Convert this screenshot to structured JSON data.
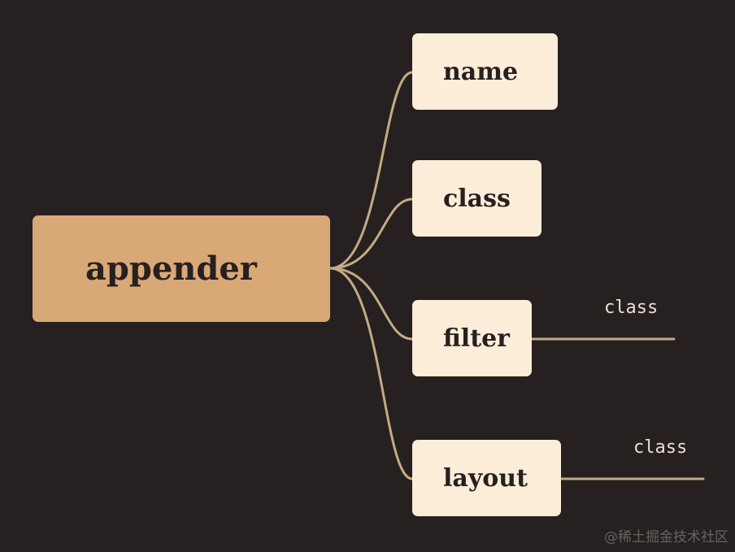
{
  "diagram": {
    "root": {
      "label": "appender"
    },
    "children": [
      {
        "label": "name"
      },
      {
        "label": "class"
      },
      {
        "label": "filter",
        "sub_label": "class"
      },
      {
        "label": "layout",
        "sub_label": "class"
      }
    ]
  },
  "watermark": "@稀土掘金技术社区",
  "colors": {
    "background": "#262020",
    "root_fill": "#D9A877",
    "child_fill": "#FCEDD8",
    "connector": "#C4AA84",
    "text_dark": "#262020",
    "text_light": "#E8E0D6"
  }
}
